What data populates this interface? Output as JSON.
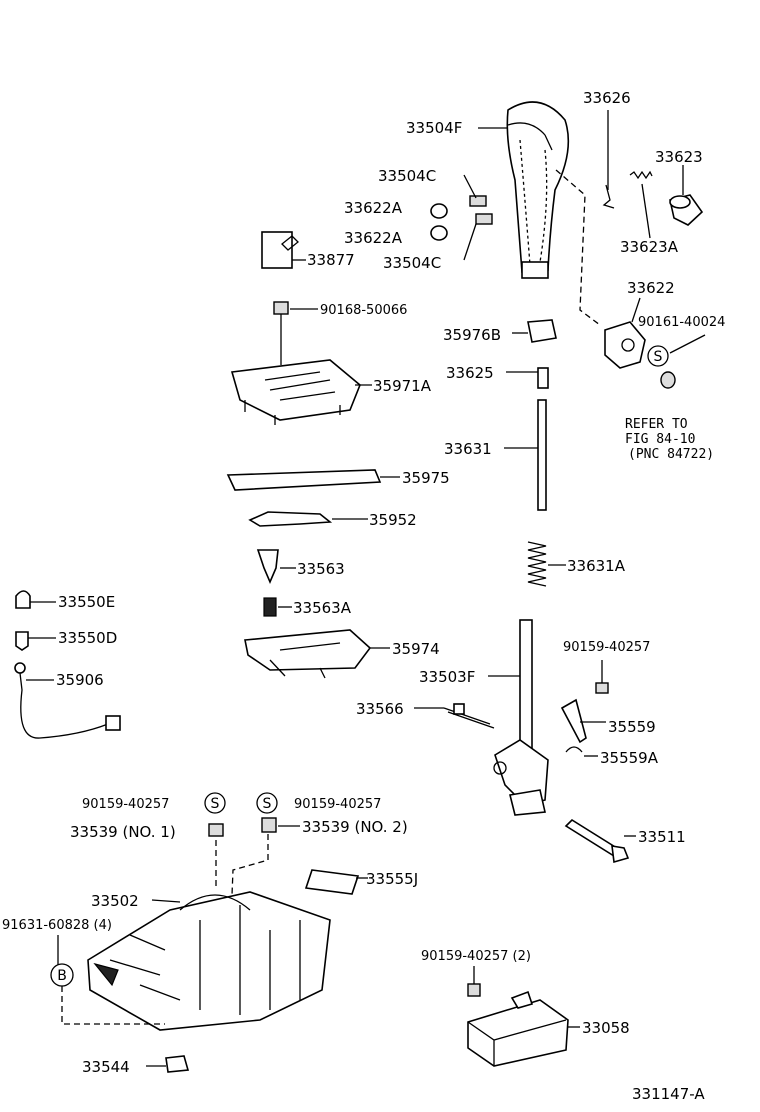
{
  "labels": {
    "p33504F": "33504F",
    "p33626": "33626",
    "p33623": "33623",
    "p33504C_top": "33504C",
    "p33622A_top": "33622A",
    "p33622A_bot": "33622A",
    "p33504C_bot": "33504C",
    "p33877": "33877",
    "p33623A": "33623A",
    "p33622": "33622",
    "p90168": "90168-50066",
    "p90161": "90161-40024",
    "p35976B": "35976B",
    "p35971A": "35971A",
    "p33625": "33625",
    "p33631": "33631",
    "p35975": "35975",
    "p35952": "35952",
    "p33563": "33563",
    "p33631A": "33631A",
    "p33550E": "33550E",
    "p33563A": "33563A",
    "p33550D": "33550D",
    "p35974": "35974",
    "p90159_r": "90159-40257",
    "p35906": "35906",
    "p33503F": "33503F",
    "p33566": "33566",
    "p35559": "35559",
    "p35559A": "35559A",
    "p90159_l": "90159-40257",
    "p90159_m": "90159-40257",
    "p33539_1": "33539 (NO. 1)",
    "p33539_2": "33539 (NO. 2)",
    "p33511": "33511",
    "p33555J": "33555J",
    "p33502": "33502",
    "p91631": "91631-60828 (4)",
    "p90159_2": "90159-40257 (2)",
    "p33058": "33058",
    "p33544": "33544"
  },
  "refer_note": {
    "line1": "REFER TO",
    "line2": "FIG 84-10",
    "line3": "(PNC 84722)"
  },
  "markers": {
    "s_right": "S",
    "s_left": "S",
    "s_mid": "S",
    "b": "B"
  },
  "figure_number": "331147-A"
}
